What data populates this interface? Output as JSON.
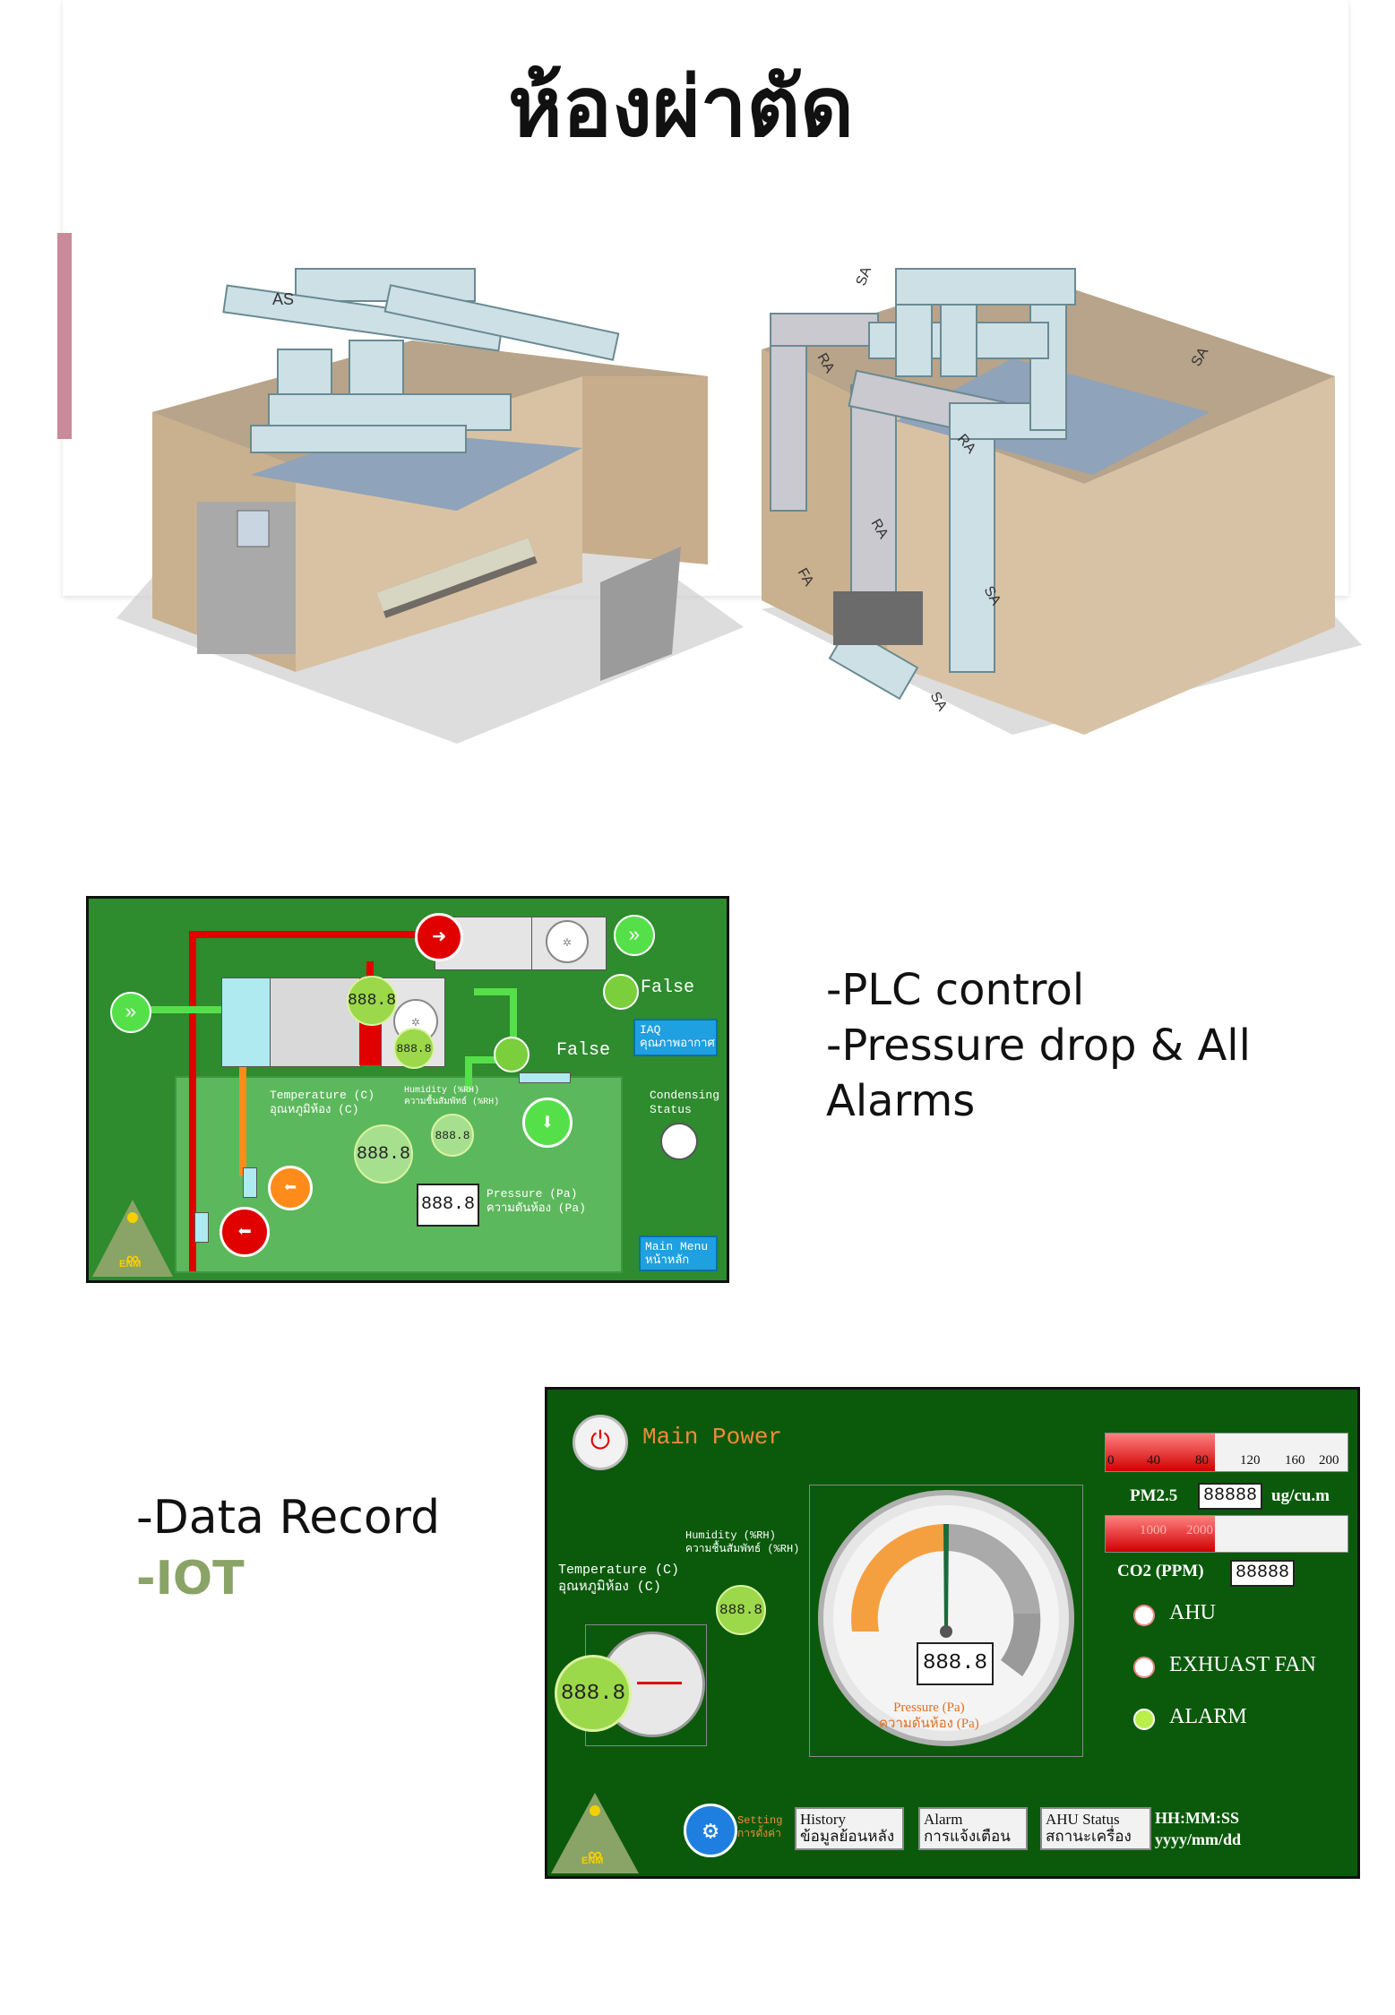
{
  "page": {
    "title": "ห้องผ่าตัด"
  },
  "model_labels": {
    "left_model": [
      "AS"
    ],
    "right_model": [
      "SA",
      "RA",
      "RA",
      "SA",
      "RA",
      "SA",
      "FA",
      "SA"
    ]
  },
  "bullets_plc": [
    "-PLC control",
    "-Pressure drop & All",
    "Alarms"
  ],
  "bullets_data": [
    "-Data Record",
    "-IOT"
  ],
  "hmi1": {
    "fan_status_top": "False",
    "fan_status_bottom": "False",
    "iaq_button": "IAQ\nคุณภาพอากาศ",
    "condensing_label": "Condensing\nStatus",
    "temperature_label": "Temperature (C)\nอุณหภูมิห้อง (C)",
    "humidity_label": "Humidity (%RH)\nความชื้นสัมพัทธ์ (%RH)",
    "pressure_label": "Pressure (Pa)\nความดันห้อง (Pa)",
    "temp_value": "888.8",
    "humidity_value": "888.8",
    "pressure_value": "888.8",
    "coil_value": "888.8",
    "fan_value": "888.8",
    "main_menu_button": "Main Menu\nหน้าหลัก",
    "logo_text": "ENM"
  },
  "hmi2": {
    "main_power_label": "Main Power",
    "pm25_label": "PM2.5",
    "pm25_value": "88888",
    "pm25_unit": "ug/cu.m",
    "pm25_scale": [
      "0",
      "40",
      "80",
      "120",
      "160",
      "200"
    ],
    "pm25_level": 0.45,
    "co2_label": "CO2 (PPM)",
    "co2_value": "88888",
    "co2_scale": [
      "1000",
      "2000"
    ],
    "co2_level": 0.45,
    "humidity_label": "Humidity (%RH)\nความชื้นสัมพัทธ์ (%RH)",
    "humidity_value": "888.8",
    "temperature_label": "Temperature (C)\nอุณหภูมิห้อง (C)",
    "temp_value": "888.8",
    "pressure_value": "888.8",
    "pressure_label": "Pressure (Pa)\nความดันห้อง (Pa)",
    "indicators": [
      "AHU",
      "EXHUAST FAN",
      "ALARM"
    ],
    "setting_label": "Setting\nการตั้งค่า",
    "buttons": [
      {
        "label": "History\nข้อมูลย้อนหลัง"
      },
      {
        "label": "Alarm\nการแจ้งเตือน"
      },
      {
        "label": "AHU Status\nสถานะเครื่อง"
      }
    ],
    "datetime": "HH:MM:SS\nyyyy/mm/dd",
    "logo_text": "ENM"
  },
  "colors": {
    "hmi_green": "#2e8b2e",
    "hmi_dark_green": "#0b5a0b",
    "pipe_red": "#e00000",
    "accent_blue": "#1fa0e0",
    "iot_green": "#8aa366"
  }
}
